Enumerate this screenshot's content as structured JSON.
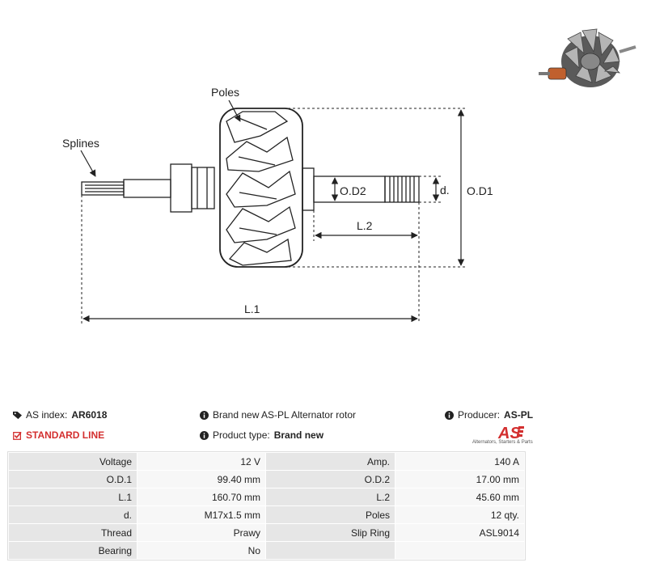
{
  "drawing": {
    "labels": {
      "poles": "Poles",
      "splines": "Splines",
      "od2": "O.D2",
      "d": "d.",
      "od1": "O.D1",
      "l2": "L.2",
      "l1": "L.1"
    }
  },
  "header": {
    "as_index_label": "AS index:",
    "as_index_value": "AR6018",
    "standard_line": "STANDARD LINE",
    "description": "Brand new AS-PL Alternator rotor",
    "product_type_label": "Product type:",
    "product_type_value": "Brand new",
    "producer_label": "Producer:",
    "producer_value": "AS-PL",
    "logo_text": "AS",
    "logo_sub": "Alternators, Starters & Parts"
  },
  "colors": {
    "accent_red": "#d32f2f",
    "line": "#222222"
  },
  "specs": [
    {
      "k1": "Voltage",
      "v1": "12 V",
      "k2": "Amp.",
      "v2": "140 A"
    },
    {
      "k1": "O.D.1",
      "v1": "99.40 mm",
      "k2": "O.D.2",
      "v2": "17.00 mm"
    },
    {
      "k1": "L.1",
      "v1": "160.70 mm",
      "k2": "L.2",
      "v2": "45.60 mm"
    },
    {
      "k1": "d.",
      "v1": "M17x1.5 mm",
      "k2": "Poles",
      "v2": "12 qty."
    },
    {
      "k1": "Thread",
      "v1": "Prawy",
      "k2": "Slip Ring",
      "v2": "ASL9014"
    },
    {
      "k1": "Bearing",
      "v1": "No",
      "k2": "",
      "v2": ""
    }
  ]
}
